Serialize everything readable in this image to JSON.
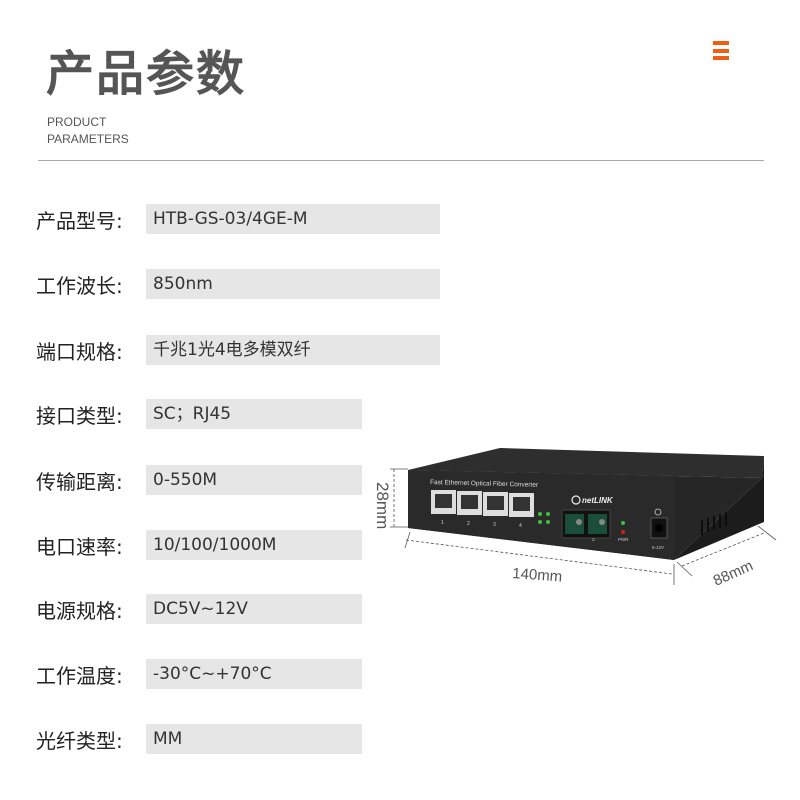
{
  "header": {
    "title": "产品参数",
    "subtitle_line1": "PRODUCT",
    "subtitle_line2": "PARAMETERS",
    "accent_color": "#f25d11",
    "menu_icon": "menu-icon"
  },
  "params": [
    {
      "label": "产品型号:",
      "value": "HTB-GS-03/4GE-M"
    },
    {
      "label": "工作波长:",
      "value": "850nm"
    },
    {
      "label": "端口规格:",
      "value": "千兆1光4电多模双纤"
    },
    {
      "label": "接口类型:",
      "value": "SC；RJ45"
    },
    {
      "label": "传输距离:",
      "value": "0-550M"
    },
    {
      "label": "电口速率:",
      "value": "10/100/1000M"
    },
    {
      "label": "电源规格:",
      "value": "DC5V~12V"
    },
    {
      "label": "工作温度:",
      "value": "-30°C~+70°C"
    },
    {
      "label": "光纤类型:",
      "value": "MM"
    }
  ],
  "device": {
    "panel_text": "Fast Ethernet Optical Fiber Converter",
    "brand": "netLINK",
    "port_labels": [
      "1",
      "2",
      "3",
      "4",
      "5"
    ],
    "pwr_label": "PWR",
    "power_label": "5-12V",
    "height_dim": "28mm",
    "length_dim": "140mm",
    "depth_dim": "88mm"
  }
}
